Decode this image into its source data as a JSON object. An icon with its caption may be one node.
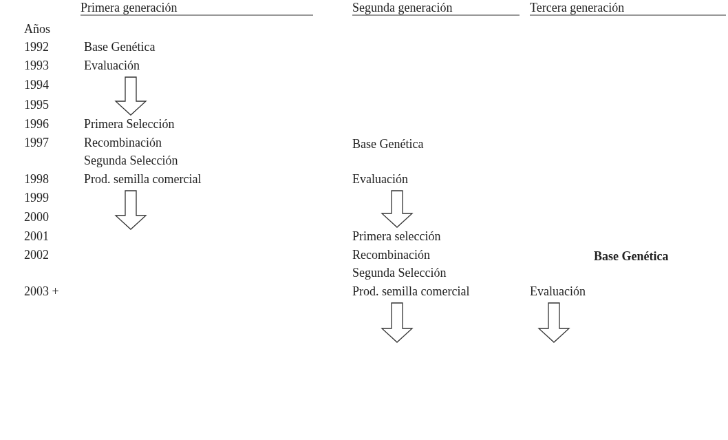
{
  "diagram": {
    "nodes": [
      {
        "text": [
          "Evaluación"
        ]
      },
      {
        "text": [
          "Primera Selección"
        ]
      },
      {
        "text": [
          "Prod. semilla comercial"
        ]
      },
      {
        "text": [
          "Evaluación"
        ]
      },
      {
        "text": [
          "Primera selección"
        ]
      },
      {
        "text": [
          "Prod. semilla comercial"
        ]
      },
      {
        "text": [
          "Evaluación"
        ]
      }
    ],
    "edges": [
      {
        "from": 0,
        "to": 1,
        "arrow": "to"
      },
      {
        "from": 2,
        "to": null,
        "arrow": "to"
      },
      {
        "from": 3,
        "to": 4,
        "arrow": "to"
      },
      {
        "from": 5,
        "to": null,
        "arrow": "to"
      },
      {
        "from": 6,
        "to": null,
        "arrow": "to"
      }
    ],
    "labels": [
      "Primera generación",
      "Segunda generación",
      "Tercera generación",
      "Años",
      "1992",
      "Base Genética",
      "1993",
      "1994",
      "1995",
      "1996",
      "1997",
      "Recombinación",
      "Base Genética",
      "Segunda Selección",
      "1998",
      "1999",
      "2000",
      "2001",
      "2002",
      "Recombinación",
      "Base Genética",
      "Segunda Selección",
      "2003 +"
    ]
  }
}
